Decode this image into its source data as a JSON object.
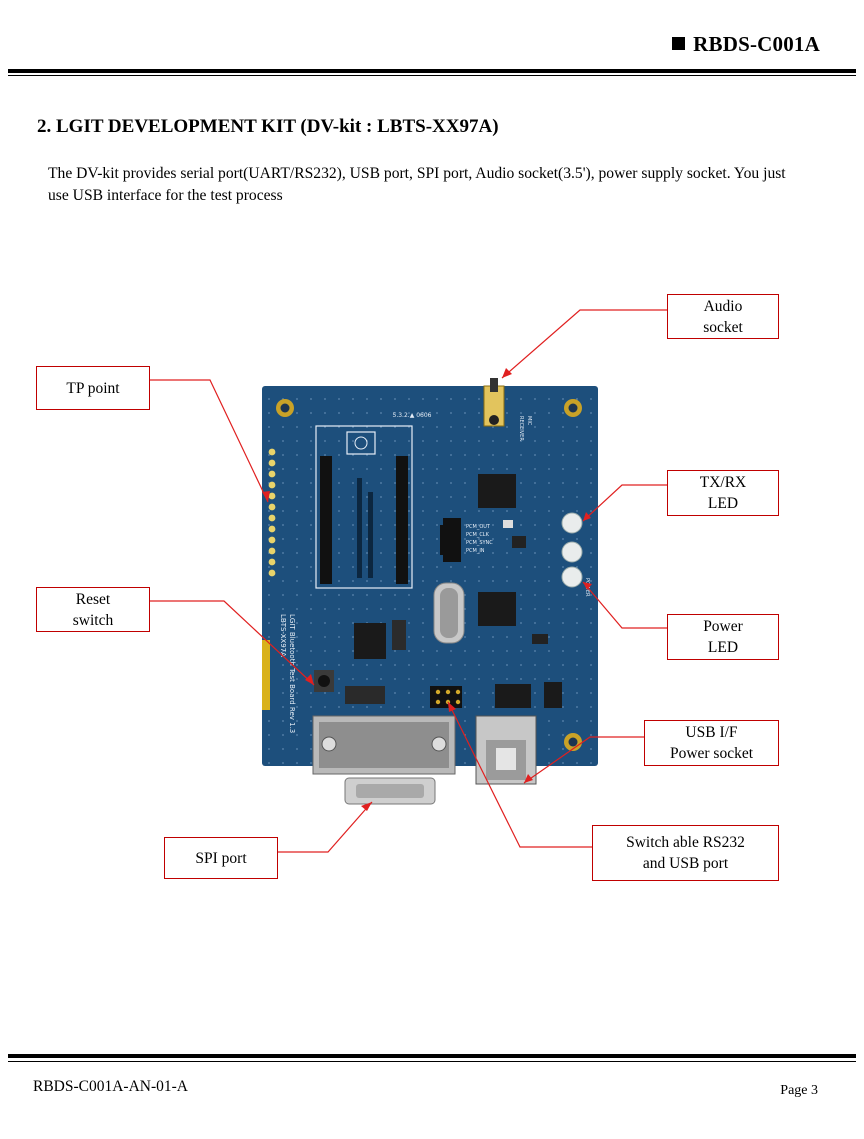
{
  "header": {
    "doc_id": "RBDS-C001A"
  },
  "section": {
    "title": "2. LGIT DEVELOPMENT KIT (DV-kit : LBTS-XX97A)",
    "intro": "The DV-kit provides serial port(UART/RS232), USB port, SPI port, Audio socket(3.5'), power supply socket. You just use USB interface for the test process"
  },
  "figure": {
    "board_silkscreen": {
      "title": "LGIT Bluetooth Test Board Rev 1.3",
      "model": "LBTS-XX97A",
      "pcm_labels": [
        "PCM_OUT",
        "PCM_CLK",
        "PCM_SYNC",
        "PCM_IN"
      ],
      "receiver": "RECEIVER",
      "mic": "MIC",
      "date": "5.3.2.▲ 0606",
      "power": "POWER"
    },
    "callouts": {
      "audio_socket": [
        "Audio",
        "socket"
      ],
      "tp_point": [
        "TP point"
      ],
      "txrx_led": [
        "TX/RX",
        "LED"
      ],
      "reset_switch": [
        "Reset",
        "switch"
      ],
      "power_led": [
        "Power",
        "LED"
      ],
      "usb_power": [
        "USB I/F",
        "Power socket"
      ],
      "spi_port": [
        "SPI port"
      ],
      "switchable": [
        "Switch able RS232",
        "and USB port"
      ]
    },
    "colors": {
      "pcb": "#1d4f7c",
      "callout_border": "#c00000",
      "leader": "#e02020"
    }
  },
  "footer": {
    "doc_number": "RBDS-C001A-AN-01-A",
    "page": "Page 3"
  }
}
